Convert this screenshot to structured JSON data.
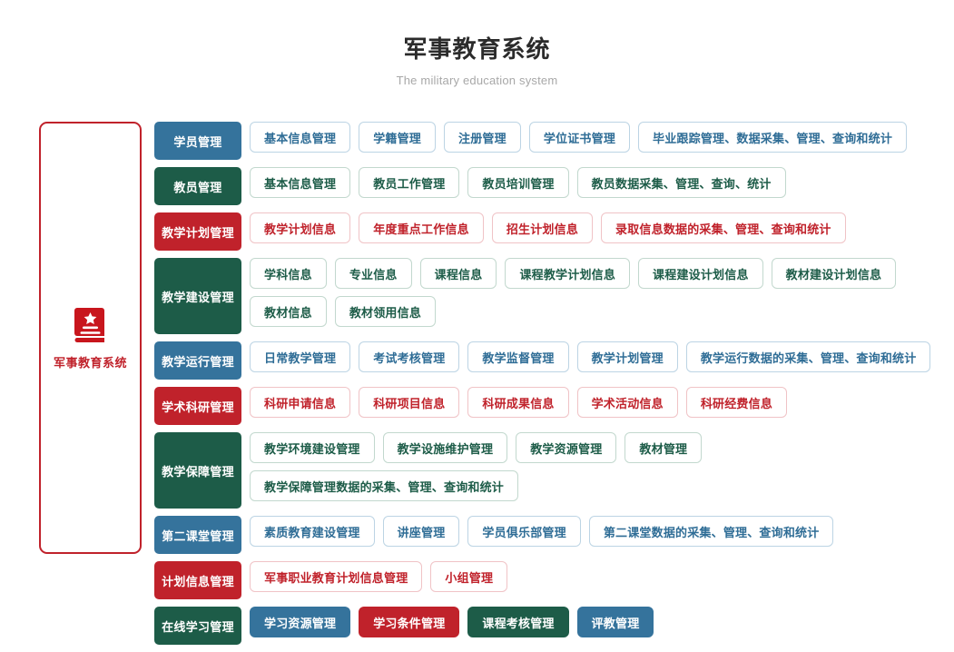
{
  "header": {
    "title": "军事教育系统",
    "subtitle": "The military education system"
  },
  "brand": {
    "icon": "book-star-icon",
    "label": "军事教育系统",
    "color": "#c0222b"
  },
  "colors": {
    "blue": "#35739c",
    "green": "#1d5c48",
    "red": "#c0222b",
    "chip_blue_border": "#bcd4e4",
    "chip_green_border": "#c2d8ce",
    "chip_red_border": "#f0c3c6",
    "title": "#2b2b2b",
    "subtitle": "#a8a8a8"
  },
  "rows": [
    {
      "label": "学员管理",
      "theme": "blue",
      "items": [
        "基本信息管理",
        "学籍管理",
        "注册管理",
        "学位证书管理",
        "毕业跟踪管理、数据采集、管理、查询和统计"
      ]
    },
    {
      "label": "教员管理",
      "theme": "green",
      "items": [
        "基本信息管理",
        "教员工作管理",
        "教员培训管理",
        "教员数据采集、管理、查询、统计"
      ]
    },
    {
      "label": "教学计划管理",
      "theme": "red",
      "items": [
        "教学计划信息",
        "年度重点工作信息",
        "招生计划信息",
        "录取信息数据的采集、管理、查询和统计"
      ]
    },
    {
      "label": "教学建设管理",
      "theme": "green",
      "tall": true,
      "items": [
        "学科信息",
        "专业信息",
        "课程信息",
        "课程教学计划信息",
        "课程建设计划信息",
        "教材建设计划信息",
        "教材信息",
        "教材领用信息"
      ]
    },
    {
      "label": "教学运行管理",
      "theme": "blue",
      "items": [
        "日常教学管理",
        "考试考核管理",
        "教学监督管理",
        "教学计划管理",
        "教学运行数据的采集、管理、查询和统计"
      ]
    },
    {
      "label": "学术科研管理",
      "theme": "red",
      "items": [
        "科研申请信息",
        "科研项目信息",
        "科研成果信息",
        "学术活动信息",
        "科研经费信息"
      ]
    },
    {
      "label": "教学保障管理",
      "theme": "green",
      "items": [
        "教学环境建设管理",
        "教学设施维护管理",
        "教学资源管理",
        "教材管理",
        "教学保障管理数据的采集、管理、查询和统计"
      ]
    },
    {
      "label": "第二课堂管理",
      "theme": "blue",
      "items": [
        "素质教育建设管理",
        "讲座管理",
        "学员俱乐部管理",
        "第二课堂数据的采集、管理、查询和统计"
      ]
    },
    {
      "label": "计划信息管理",
      "theme": "red",
      "items": [
        "军事职业教育计划信息管理",
        "小组管理"
      ]
    },
    {
      "label": "在线学习管理",
      "theme": "green",
      "filled": true,
      "items": [
        "学习资源管理",
        "学习条件管理",
        "课程考核管理",
        "评教管理"
      ],
      "item_themes": [
        "blue",
        "red",
        "green",
        "blue"
      ]
    }
  ]
}
